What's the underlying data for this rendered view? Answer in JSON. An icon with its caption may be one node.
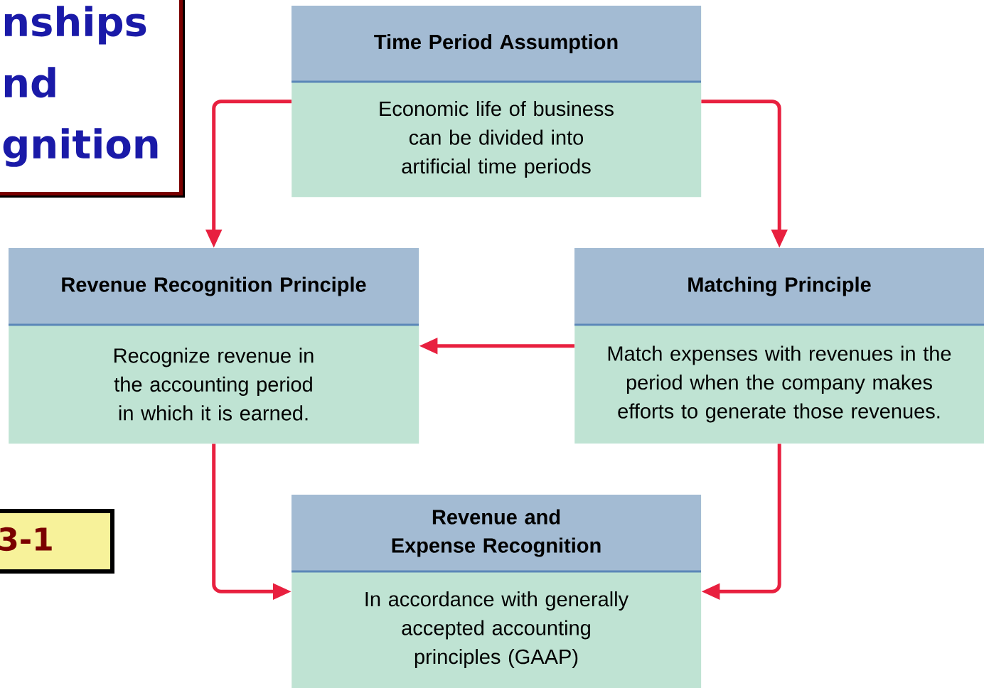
{
  "diagram": {
    "nodes": [
      {
        "text": [
          "nships nd gnition"
        ]
      },
      {
        "text": [
          "Time Period Assumption",
          "Economic life of business can be divided into artificial time periods"
        ]
      },
      {
        "text": [
          "Revenue Recognition Principle",
          "Recognize revenue  in the accounting period in which it is earned."
        ]
      },
      {
        "text": [
          "Matching Principle",
          "Match expenses with revenues in the period when the company makes efforts to generate those revenues."
        ]
      },
      {
        "text": [
          "3-1"
        ]
      },
      {
        "text": [
          "Revenue and Expense Recognition",
          "In accordance with generally accepted accounting principles (GAAP)"
        ]
      }
    ],
    "edges": [
      {
        "from": 1,
        "to": 2,
        "arrow": "to"
      },
      {
        "from": 1,
        "to": 3,
        "arrow": "to"
      },
      {
        "from": 3,
        "to": 2,
        "arrow": "to"
      },
      {
        "from": 2,
        "to": 5,
        "arrow": "to"
      },
      {
        "from": 3,
        "to": 5,
        "arrow": "to"
      }
    ]
  }
}
